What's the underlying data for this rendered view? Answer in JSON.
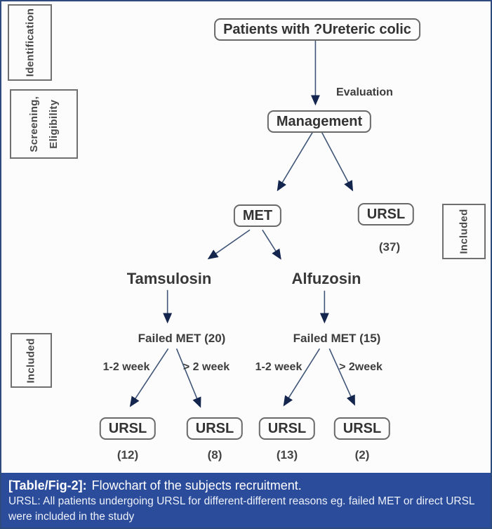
{
  "stages": {
    "identification": "Identification",
    "screening_line1": "Screening,",
    "screening_line2": "Eligibility",
    "included_left": "Included",
    "included_right": "Included"
  },
  "flow": {
    "root": "Patients with ?Ureteric colic",
    "evaluation": "Evaluation",
    "management": "Management",
    "met": "MET",
    "direct": {
      "label": "URSL",
      "count": "(37)"
    },
    "tamsulosin": {
      "drug": "Tamsulosin",
      "failed": "Failed MET (20)",
      "week_early": "1-2 week",
      "week_late": "> 2 week"
    },
    "alfuzosin": {
      "drug": "Alfuzosin",
      "failed": "Failed MET (15)",
      "week_early": "1-2 week",
      "week_late": "> 2week"
    },
    "outcomes": [
      {
        "label": "URSL",
        "count": "(12)"
      },
      {
        "label": "URSL",
        "count": "(8)"
      },
      {
        "label": "URSL",
        "count": "(13)"
      },
      {
        "label": "URSL",
        "count": "(2)"
      }
    ]
  },
  "caption": {
    "tag": "[Table/Fig-2]:",
    "title": "Flowchart of the subjects recruitment.",
    "note_line1": "URSL: All patients undergoing URSL for different-different reasons eg. failed MET or direct URSL",
    "note_line2": "were included in the study"
  },
  "colors": {
    "caption_bg": "#2b4c9b",
    "outer_border": "#2e4b7e",
    "box_border": "#696969",
    "arrow_line": "#3f5577",
    "arrow_head": "#14264e",
    "text": "#3b3b3b"
  }
}
